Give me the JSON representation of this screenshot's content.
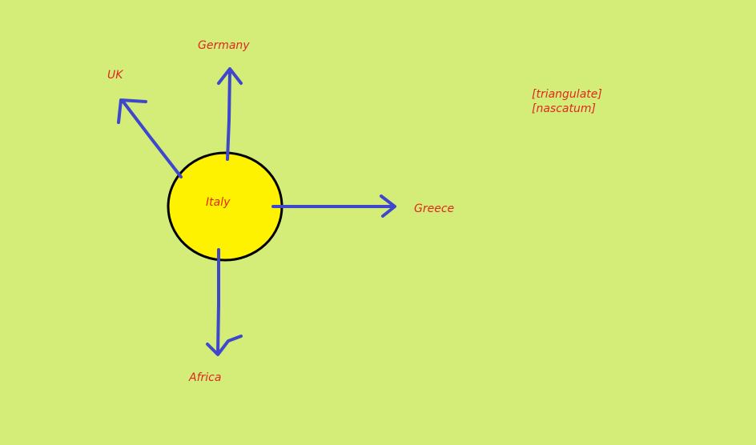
{
  "colors": {
    "background": "#d4ed78",
    "circle_fill": "#fff200",
    "circle_stroke": "#000000",
    "arrow": "#3f48cc",
    "text": "#e0281e"
  },
  "center": {
    "label": "Italy"
  },
  "destinations": [
    {
      "label": "Germany",
      "direction": "up"
    },
    {
      "label": "UK",
      "direction": "up-left"
    },
    {
      "label": "Greece",
      "direction": "right"
    },
    {
      "label": "Africa",
      "direction": "down"
    }
  ],
  "notes": [
    "[triangulate]",
    "[nascatum]"
  ]
}
